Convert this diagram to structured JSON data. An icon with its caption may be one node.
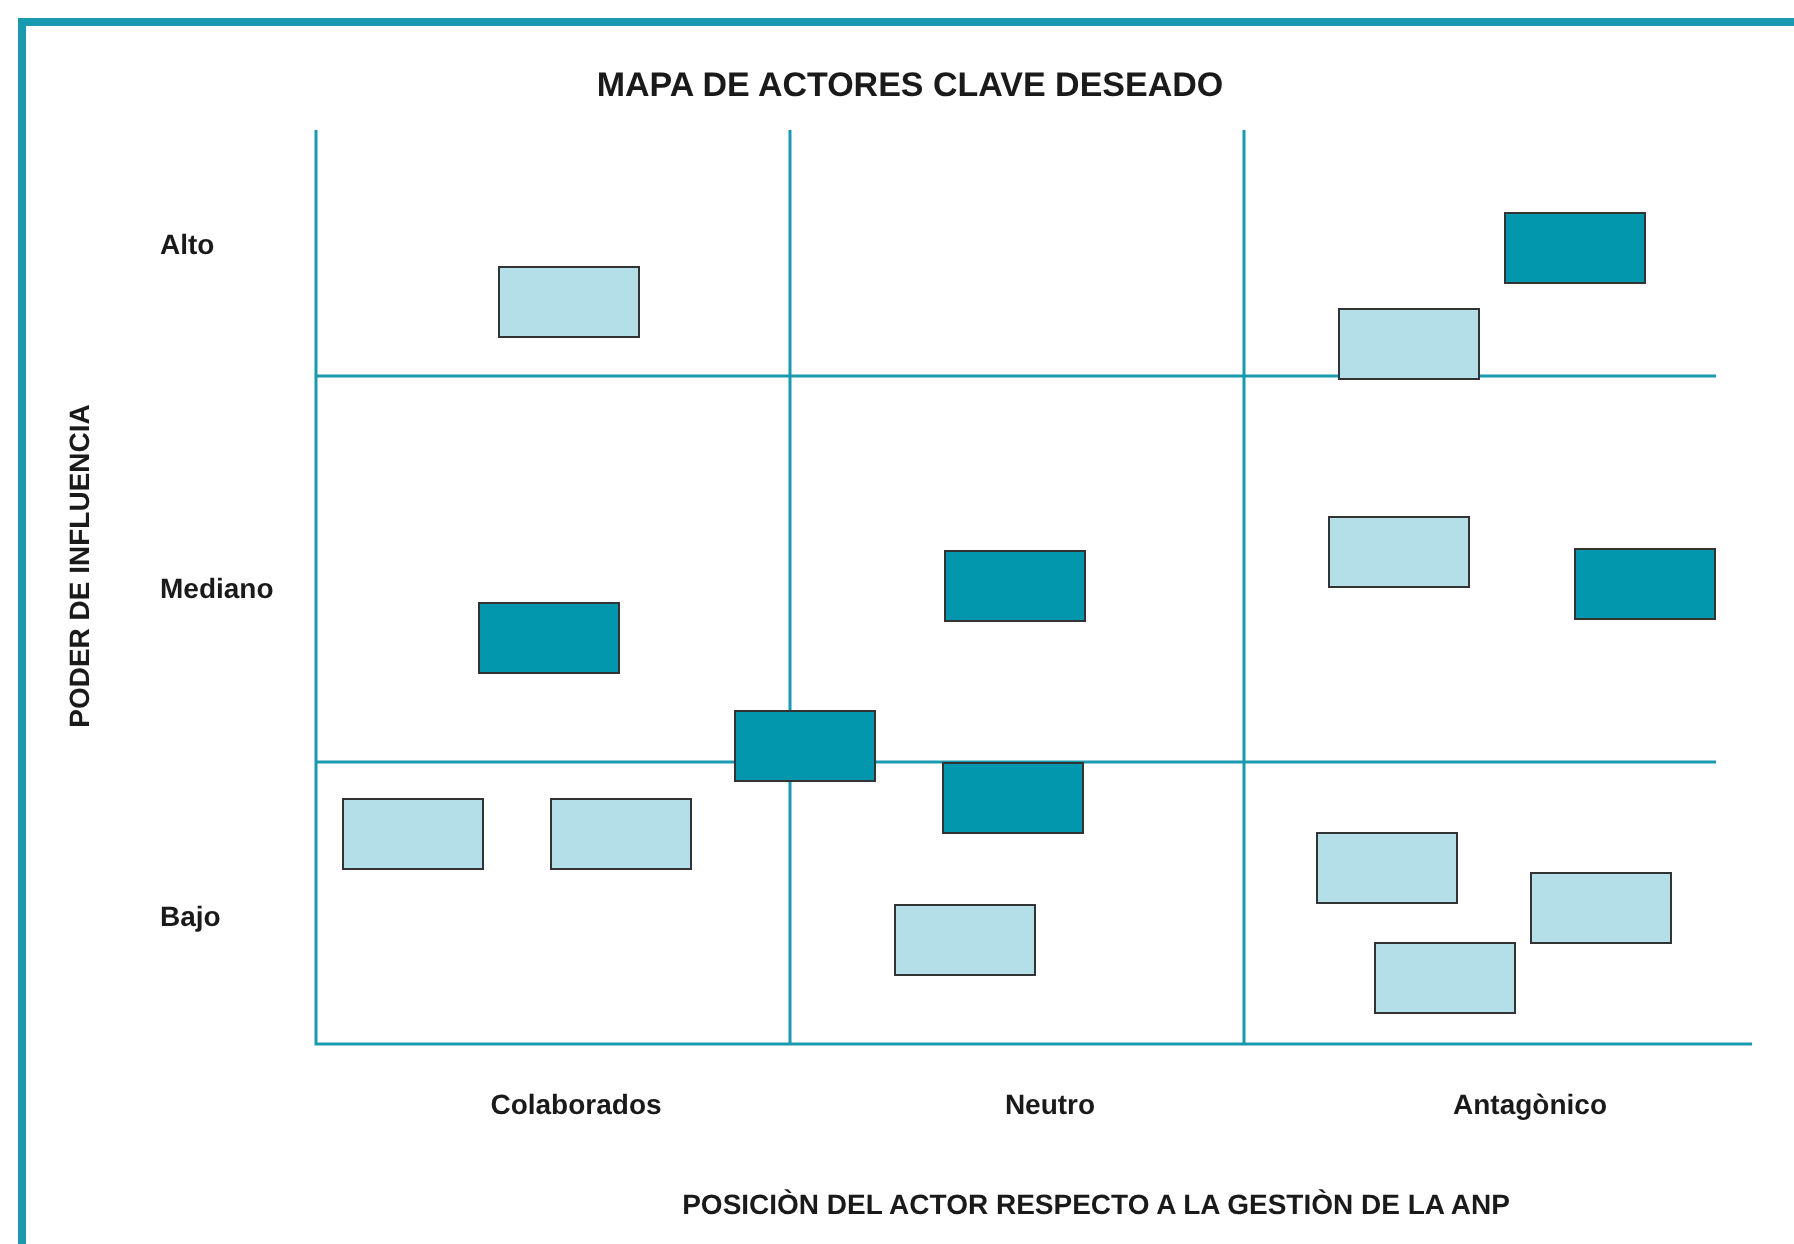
{
  "diagram": {
    "title": "MAPA DE ACTORES CLAVE DESEADO",
    "nodes": [
      {
        "text": [],
        "shape": "box"
      },
      {
        "text": [],
        "shape": "box"
      },
      {
        "text": [],
        "shape": "box"
      },
      {
        "text": [],
        "shape": "box"
      },
      {
        "text": [],
        "shape": "box"
      },
      {
        "text": [],
        "shape": "box"
      },
      {
        "text": [],
        "shape": "box"
      },
      {
        "text": [],
        "shape": "box"
      },
      {
        "text": [],
        "shape": "box"
      },
      {
        "text": [],
        "shape": "box"
      },
      {
        "text": [],
        "shape": "box"
      },
      {
        "text": [],
        "shape": "box"
      },
      {
        "text": [],
        "shape": "box"
      },
      {
        "text": [],
        "shape": "box"
      },
      {
        "text": [],
        "shape": "box"
      }
    ],
    "labels": [
      "Alto",
      "Mediano",
      "PODER DE INFLUENCIA",
      "Bajo",
      "Colaborados",
      "Neutro",
      "Antagònico",
      "POSICIÒN DEL ACTOR RESPECTO A LA GESTIÒN DE LA ANP"
    ]
  }
}
